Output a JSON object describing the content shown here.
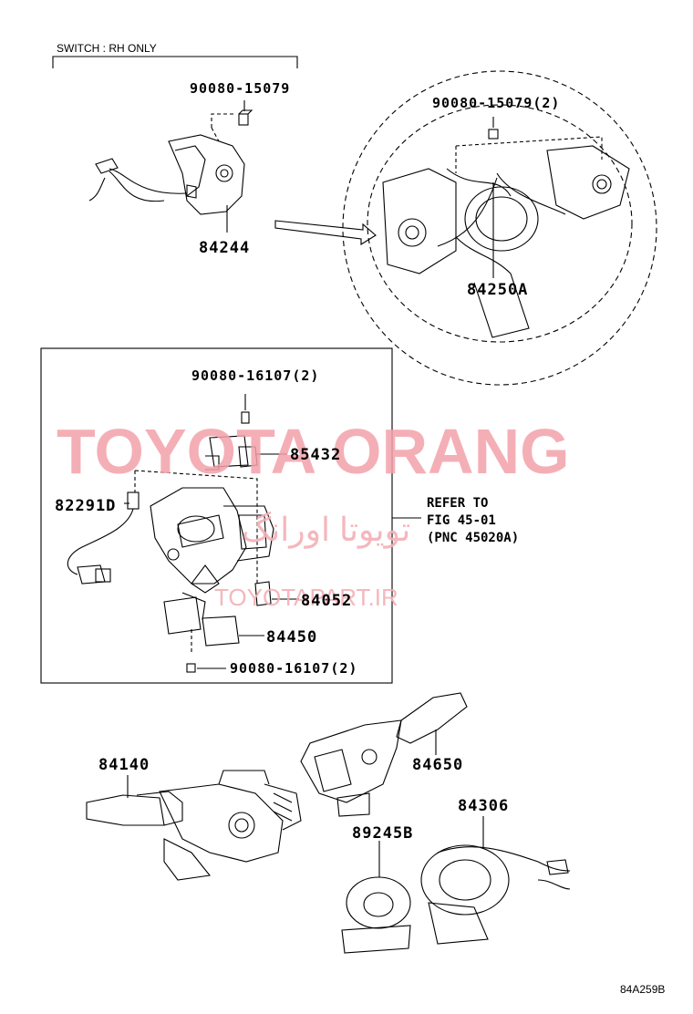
{
  "header": {
    "switch_note": "SWITCH : RH ONLY"
  },
  "parts": {
    "p90080_15079_left": "90080-15079",
    "p84244": "84244",
    "p90080_15079_right": "90080-15079(2)",
    "p84250A": "84250A",
    "p90080_16107_top": "90080-16107(2)",
    "p85432": "85432",
    "p82291D": "82291D",
    "p84052": "84052",
    "p84450": "84450",
    "p90080_16107_bottom": "90080-16107(2)",
    "p84140": "84140",
    "p84650": "84650",
    "p84306": "84306",
    "p89245B": "89245B"
  },
  "refer": {
    "line1": "REFER TO",
    "line2": "FIG 45-01",
    "line3": "(PNC 45020A)"
  },
  "watermark": {
    "main": "TOYOTA ORANG",
    "persian": "تویوتا اورانگ",
    "site": "TOYOTAPART.IR"
  },
  "figure_code": "84A259B"
}
